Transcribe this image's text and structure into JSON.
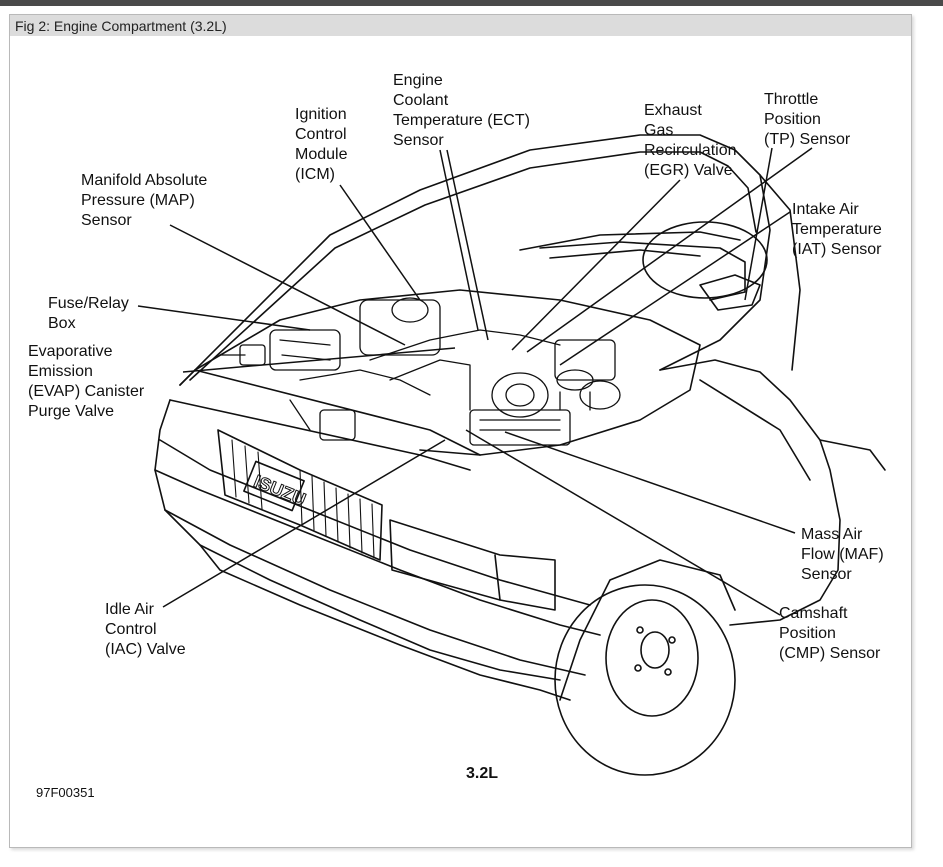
{
  "caption": "Fig 2: Engine Compartment (3.2L)",
  "labels": {
    "ect": "Engine\nCoolant\nTemperature (ECT)\nSensor",
    "icm": "Ignition\nControl\nModule\n(ICM)",
    "egr": "Exhaust\nGas\nRecirculation\n(EGR) Valve",
    "tp": "Throttle\nPosition\n(TP) Sensor",
    "map": "Manifold Absolute\nPressure (MAP)\nSensor",
    "iat": "Intake Air\nTemperature\n(IAT) Sensor",
    "fuse": "Fuse/Relay\nBox",
    "evap": "Evaporative\nEmission\n(EVAP) Canister\nPurge Valve",
    "maf": "Mass Air\nFlow (MAF)\nSensor",
    "cmp": "Camshaft\nPosition\n(CMP) Sensor",
    "iac": "Idle Air\nControl\n(IAC) Valve"
  },
  "engine_label": "3.2L",
  "figure_code": "97F00351",
  "grille_badge": "ISUZU"
}
